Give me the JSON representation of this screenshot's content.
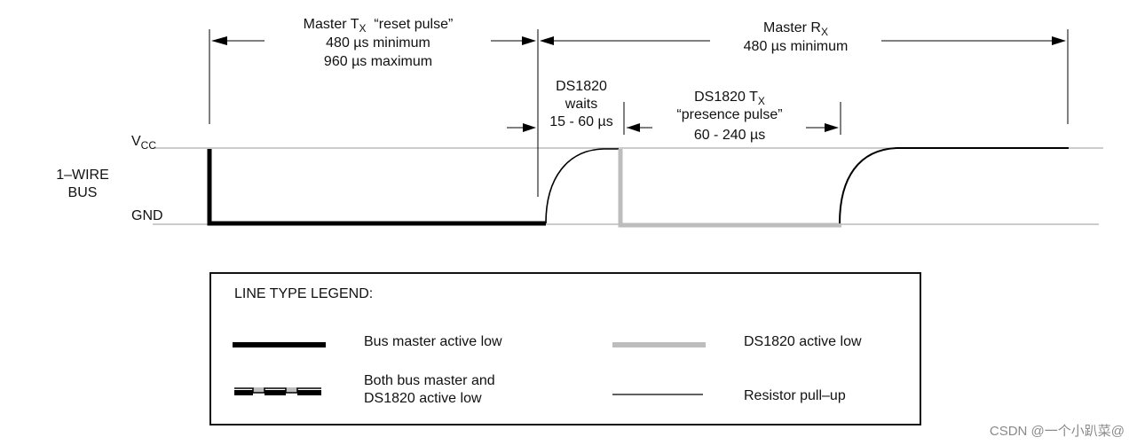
{
  "labels": {
    "master_tx_prefix": "Master T",
    "master_tx_sub": "X",
    "master_tx_quote": "“reset pulse”",
    "master_tx_min": "480 µs minimum",
    "master_tx_max": "960 µs maximum",
    "master_rx_prefix": "Master R",
    "master_rx_sub": "X",
    "master_rx_min": "480 µs minimum",
    "waits_line1": "DS1820",
    "waits_line2": "waits",
    "waits_line3": "15 - 60 µs",
    "ds_tx_prefix": "DS1820 T",
    "ds_tx_sub": "X",
    "ds_tx_quote": "“presence pulse”",
    "ds_tx_range": "60 - 240 µs",
    "vcc_main": "V",
    "vcc_sub": "CC",
    "gnd": "GND",
    "bus_line1": "1–WIRE",
    "bus_line2": "BUS"
  },
  "legend": {
    "title": "LINE TYPE LEGEND:",
    "master_low": "Bus master active low",
    "ds_low": "DS1820 active low",
    "both_low_line1": "Both bus master and",
    "both_low_line2": "DS1820 active low",
    "pullup": "Resistor pull–up"
  },
  "colors": {
    "master_line": "#000000",
    "ds_line": "#bdbdbd",
    "guide": "#9a9a9a"
  },
  "watermark": "CSDN @一个小趴菜@"
}
